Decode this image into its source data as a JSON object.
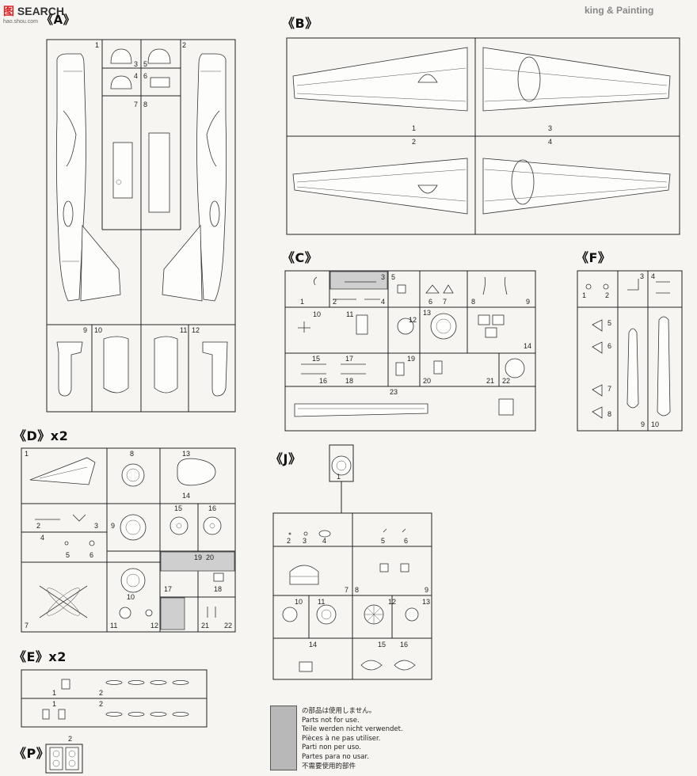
{
  "watermark": {
    "brand_red": "图",
    "brand_dark": "SEARCH",
    "url": "hao.shou.com"
  },
  "bg_heading": "king & Painting",
  "sprues": {
    "A": {
      "title": "《A》"
    },
    "B": {
      "title": "《B》"
    },
    "C": {
      "title": "《C》"
    },
    "D": {
      "title": "《D》x2"
    },
    "E": {
      "title": "《E》x2"
    },
    "F": {
      "title": "《F》"
    },
    "J": {
      "title": "《J》"
    },
    "P": {
      "title": "《P》"
    }
  },
  "part_numbers": {
    "A": [
      "1",
      "2",
      "3",
      "4",
      "5",
      "6",
      "7",
      "8",
      "9",
      "10",
      "11",
      "12"
    ],
    "B": [
      "1",
      "2",
      "3",
      "4"
    ],
    "C": [
      "1",
      "2",
      "3",
      "4",
      "5",
      "6",
      "7",
      "8",
      "9",
      "10",
      "11",
      "12",
      "13",
      "14",
      "15",
      "16",
      "17",
      "18",
      "19",
      "20",
      "21",
      "22",
      "23"
    ],
    "D": [
      "1",
      "2",
      "3",
      "4",
      "5",
      "6",
      "7",
      "8",
      "9",
      "10",
      "11",
      "12",
      "13",
      "14",
      "15",
      "16",
      "17",
      "18",
      "19",
      "20",
      "21",
      "22"
    ],
    "E": [
      "1",
      "2"
    ],
    "F": [
      "1",
      "2",
      "3",
      "4",
      "5",
      "6",
      "7",
      "8",
      "9",
      "10"
    ],
    "J": [
      "1",
      "2",
      "3",
      "4",
      "5",
      "6",
      "7",
      "8",
      "9",
      "10",
      "11",
      "12",
      "13",
      "14",
      "15",
      "16"
    ],
    "P": [
      "2"
    ]
  },
  "legend": {
    "swatch_color": "#b8b8b8",
    "lines": [
      "の部品は使用しません。",
      "Parts not for use.",
      "Teile werden nicht verwendet.",
      "Pièces à ne pas utiliser.",
      "Parti non per uso.",
      "Partes para no usar.",
      "不需要使用的部件"
    ]
  }
}
